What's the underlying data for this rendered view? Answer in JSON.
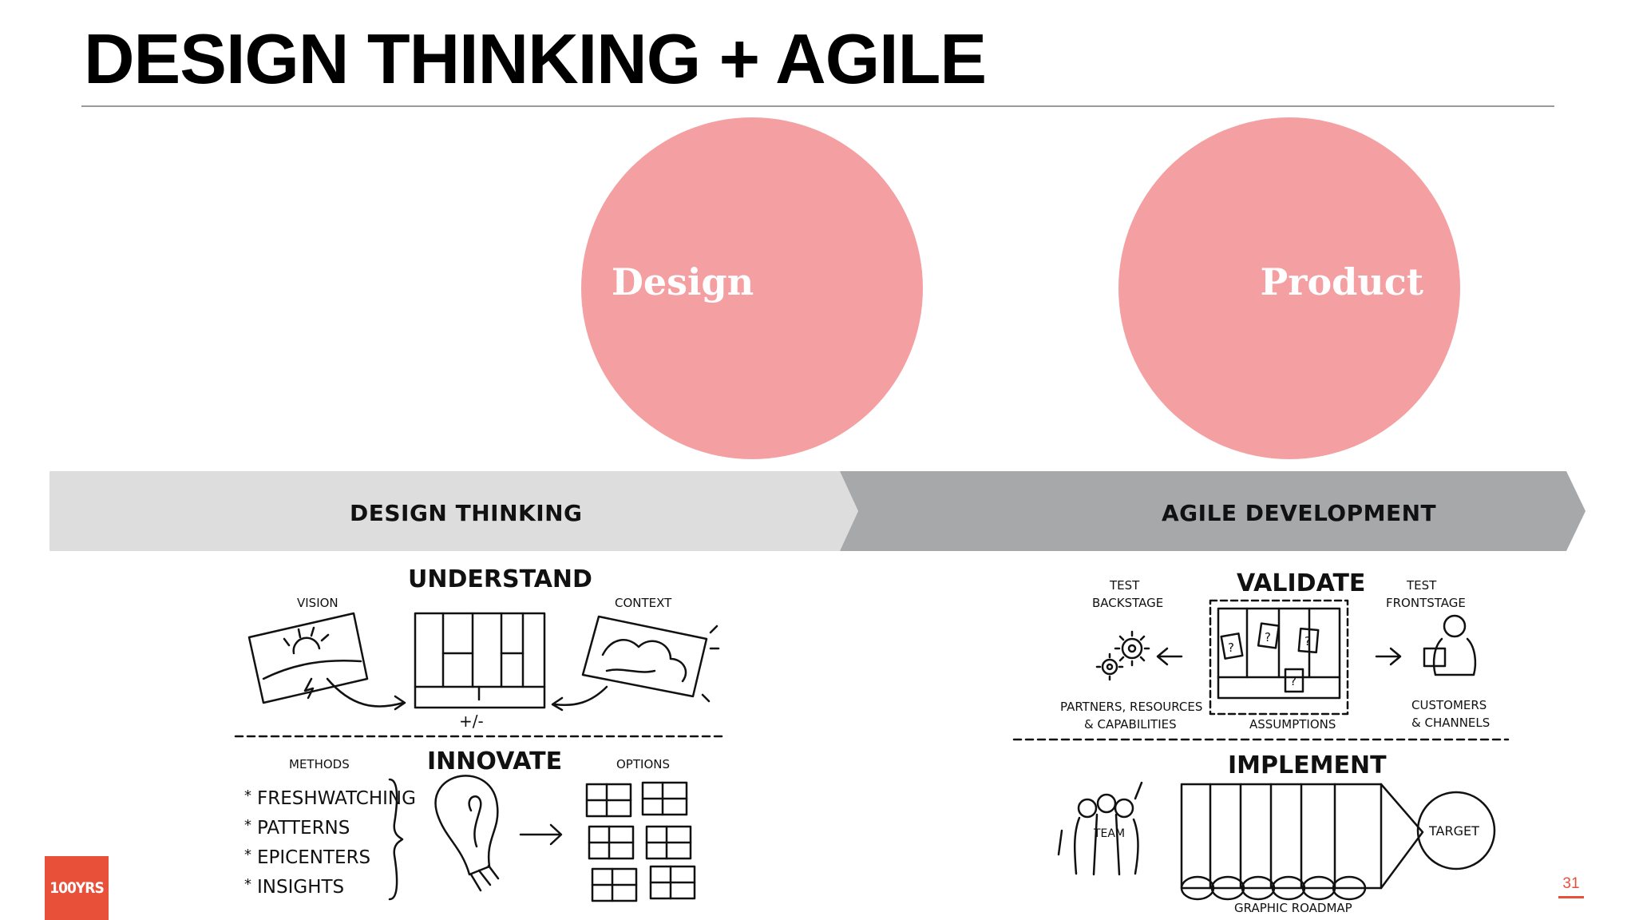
{
  "slide": {
    "title": "DESIGN THINKING + AGILE",
    "page_number": "31"
  },
  "circles": [
    {
      "label": "Design",
      "color": "#f4a0a2"
    },
    {
      "label": "Product",
      "color": "#f4a0a2"
    }
  ],
  "phases": [
    {
      "label": "DESIGN THINKING",
      "color": "#dddddd"
    },
    {
      "label": "AGILE DEVELOPMENT",
      "color": "#a7a8aa"
    }
  ],
  "design_thinking_sketch": {
    "understand": {
      "heading": "UNDERSTAND",
      "left": "VISION",
      "right": "CONTEXT",
      "bottom": "+/-"
    },
    "innovate": {
      "heading": "INNOVATE",
      "methods_label": "METHODS",
      "methods": [
        "FRESHWATCHING",
        "PATTERNS",
        "EPICENTERS",
        "INSIGHTS"
      ],
      "options_label": "OPTIONS"
    }
  },
  "agile_sketch": {
    "validate": {
      "heading": "VALIDATE",
      "test_backstage": [
        "TEST",
        "BACKSTAGE"
      ],
      "test_frontstage": [
        "TEST",
        "FRONTSTAGE"
      ],
      "partners": [
        "PARTNERS, RESOURCES",
        "& CAPABILITIES"
      ],
      "assumptions": "ASSUMPTIONS",
      "customers": [
        "CUSTOMERS",
        "& CHANNELS"
      ]
    },
    "implement": {
      "heading": "IMPLEMENT",
      "team": "TEAM",
      "target": "TARGET",
      "roadmap": "GRAPHIC ROADMAP"
    }
  },
  "logo": {
    "text": "100YRS",
    "color": "#e8503a"
  }
}
